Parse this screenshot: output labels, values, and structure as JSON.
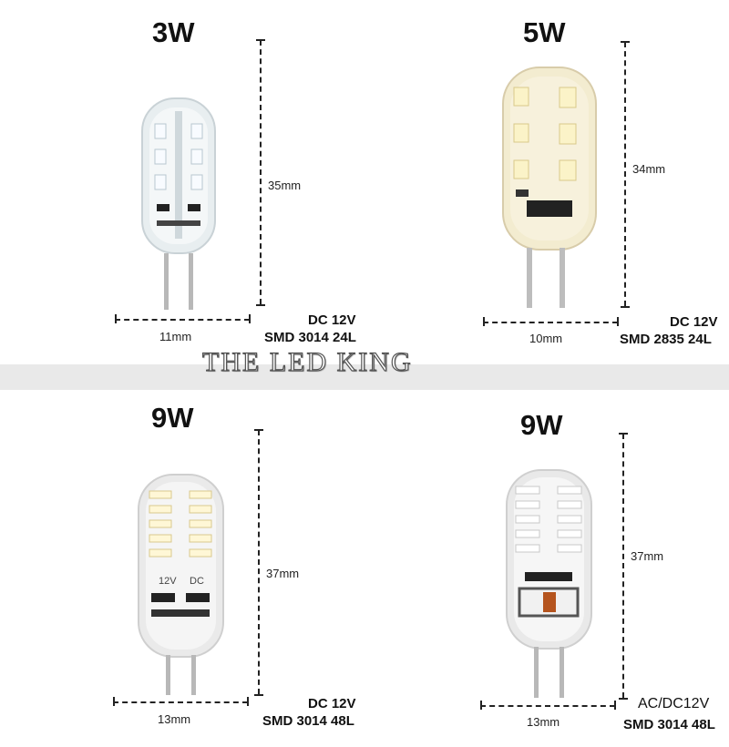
{
  "watermark": "THE LED KING",
  "panels": [
    {
      "watt": "3W",
      "height": "35mm",
      "width": "11mm",
      "voltage": "DC 12V",
      "spec": "SMD 3014 24L"
    },
    {
      "watt": "5W",
      "height": "34mm",
      "width": "10mm",
      "voltage": "DC 12V",
      "spec": "SMD 2835 24L"
    },
    {
      "watt": "9W",
      "height": "37mm",
      "width": "13mm",
      "voltage": "DC 12V",
      "spec": "SMD 3014 48L",
      "bulb_label_left": "12V",
      "bulb_label_right": "DC"
    },
    {
      "watt": "9W",
      "height": "37mm",
      "width": "13mm",
      "voltage": "AC/DC12V",
      "spec": "SMD 3014 48L"
    }
  ]
}
